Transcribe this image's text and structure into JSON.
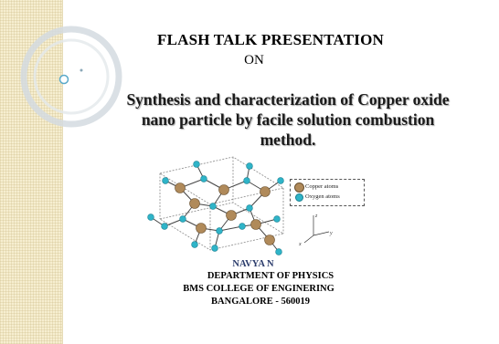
{
  "slide": {
    "heading": "FLASH TALK PRESENTATION",
    "heading_on": "ON",
    "subtitle_lines": [
      "Synthesis and characterization of Copper oxide",
      "nano particle by facile solution combustion",
      "method."
    ],
    "figure": {
      "legend": {
        "copper": "Copper atoms",
        "oxygen": "Oxygen atoms"
      },
      "axes": {
        "z": "z",
        "y": "y",
        "x": "x"
      },
      "colors": {
        "copper": "#b08a5a",
        "oxygen": "#2fb4c8"
      }
    },
    "author": {
      "name": "NAVYA N",
      "department": "DEPARTMENT OF PHYSICS",
      "college": "BMS COLLEGE OF ENGINERING",
      "city": "BANGALORE - 560019"
    },
    "theme": {
      "strip": "#f6eed0",
      "ring": "#c8d2d8",
      "accent_dot": "#5aa9c9"
    }
  }
}
